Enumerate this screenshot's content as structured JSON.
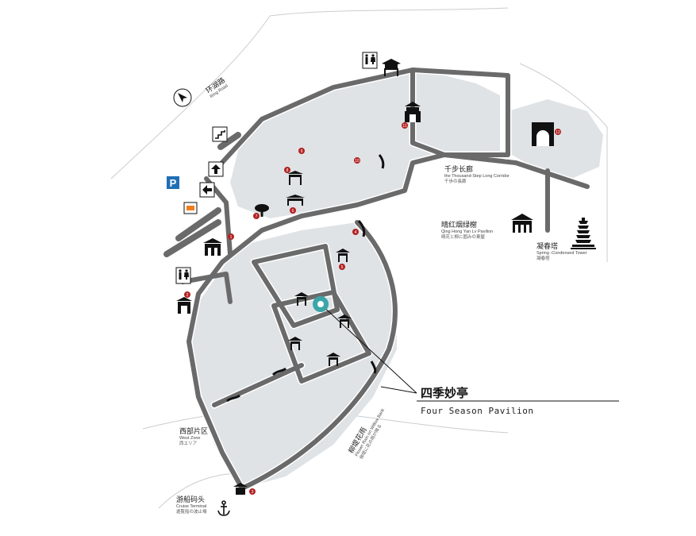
{
  "colors": {
    "ground": "#dfe3e6",
    "road": "#6a6a6a",
    "road_outline": "#ffffff",
    "icon": "#111111",
    "marker": "#b22222",
    "highlight": "#3aa6a8",
    "parking": "#1f6fb5",
    "orange": "#f07d1a"
  },
  "feature": {
    "title": "四季妙亭",
    "subtitle": "Four Season Pavilion"
  },
  "labels": {
    "road_top": {
      "zh": "环湖路",
      "en": "Ring Road"
    },
    "corridor": {
      "zh": "千步长廊",
      "en": "the Thousand-Step Long Corridor",
      "jp": "千歩の長廊"
    },
    "qinghong": {
      "zh": "晴红烟绿榭",
      "en": "Qing Hong Yan Lv Pavilion",
      "jp": "晴花と柳に囲みの東屋"
    },
    "tower": {
      "zh": "凝春塔",
      "en": "Spring -Condensed Tower",
      "jp": "凝春塔"
    },
    "west_zone": {
      "zh": "西部片区",
      "en": "West Zone",
      "jp": "西エリア"
    },
    "willow": {
      "zh": "柳堤花雨",
      "en": "Flower Rain on Willow Bank",
      "jp": "柳堤に花の雨が降る"
    },
    "cruise": {
      "zh": "游船码头",
      "en": "Cruise Terminal",
      "jp": "遊覧船の波止場"
    }
  },
  "markers": [
    "1",
    "2",
    "3",
    "4",
    "5",
    "6",
    "7",
    "8",
    "9",
    "10",
    "11",
    "12"
  ],
  "icons": [
    "north-arrow-icon",
    "toilet-icon",
    "pavilion-icon",
    "gate-icon",
    "parking-icon",
    "tower-icon",
    "anchor-icon",
    "tree-icon",
    "ticket-icon",
    "stair-icon"
  ]
}
